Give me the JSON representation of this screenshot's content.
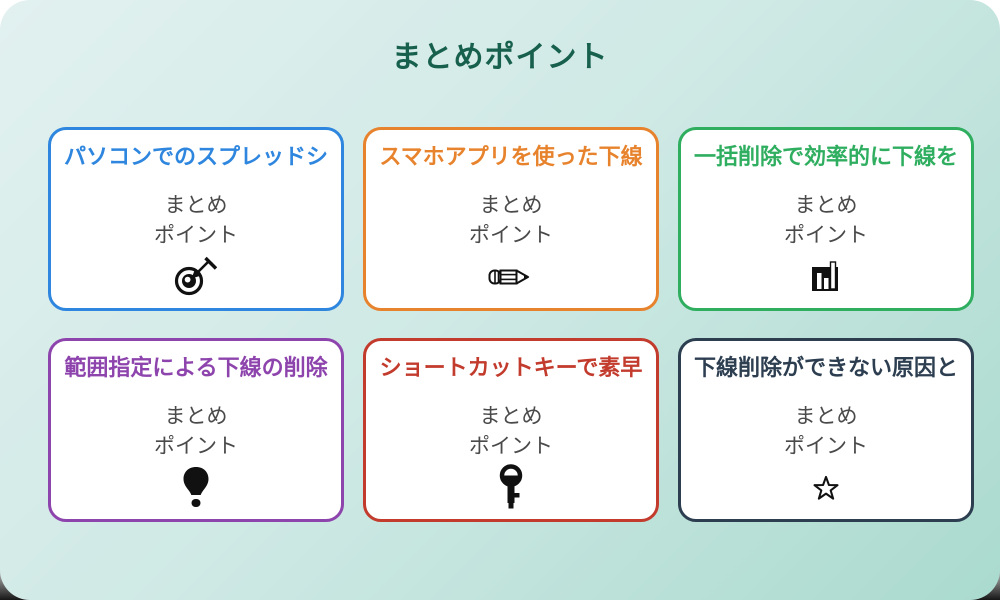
{
  "page": {
    "title": "まとめポイント",
    "title_color": "#17604d",
    "background_gradient": {
      "from": "#e2f1f0",
      "to": "#aadace"
    },
    "card_background": "#ffffff",
    "body_text_color": "#4a4a4a",
    "icon_color": "#111111"
  },
  "cards": [
    {
      "title": "パソコンでのスプレッドシ",
      "accent": "#2e86de",
      "body": [
        "まとめ",
        "ポイント"
      ],
      "icon": "dartboard-icon"
    },
    {
      "title": "スマホアプリを使った下線",
      "accent": "#e8832d",
      "body": [
        "まとめ",
        "ポイント"
      ],
      "icon": "pencil-icon"
    },
    {
      "title": "一括削除で効率的に下線を",
      "accent": "#2fae60",
      "body": [
        "まとめ",
        "ポイント"
      ],
      "icon": "bar-chart-icon"
    },
    {
      "title": "範囲指定による下線の削除",
      "accent": "#8e44ad",
      "body": [
        "まとめ",
        "ポイント"
      ],
      "icon": "lightbulb-icon"
    },
    {
      "title": "ショートカットキーで素早",
      "accent": "#c23b2c",
      "body": [
        "まとめ",
        "ポイント"
      ],
      "icon": "key-icon"
    },
    {
      "title": "下線削除ができない原因と",
      "accent": "#2c3e50",
      "body": [
        "まとめ",
        "ポイント"
      ],
      "icon": "star-icon"
    }
  ]
}
